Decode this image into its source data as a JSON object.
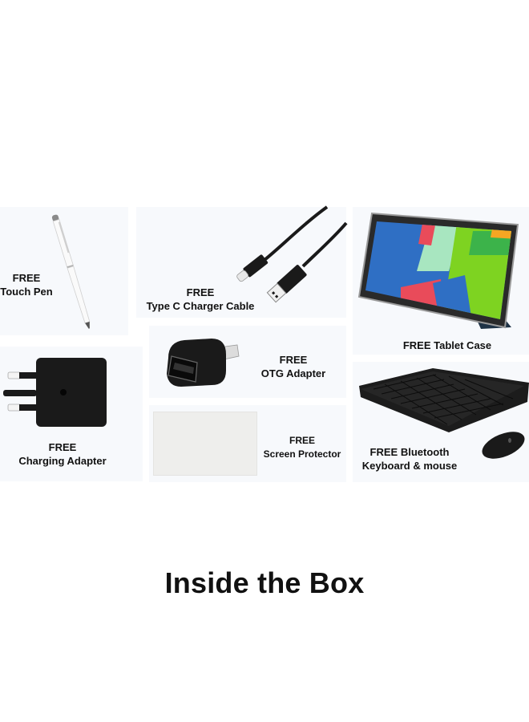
{
  "title": "Inside the Box",
  "items": [
    {
      "id": "touch-pen",
      "line1": "FREE",
      "line2": "Touch Pen"
    },
    {
      "id": "type-c-cable",
      "line1": "FREE",
      "line2": "Type C Charger Cable"
    },
    {
      "id": "tablet-case",
      "line1": "FREE Tablet Case"
    },
    {
      "id": "charging-adapter",
      "line1": "FREE",
      "line2": "Charging Adapter"
    },
    {
      "id": "otg-adapter",
      "line1": "FREE",
      "line2": "OTG Adapter"
    },
    {
      "id": "screen-protector",
      "line1": "FREE",
      "line2": "Screen Protector"
    },
    {
      "id": "keyboard-mouse",
      "line1": "FREE Bluetooth",
      "line2": "Keyboard & mouse"
    }
  ],
  "colors": {
    "panel_bg": "#f7f9fc",
    "text": "#111111",
    "product_black": "#1a1a1a",
    "tablet_screen_blue": "#2f6fc4",
    "tablet_green": "#7ed321",
    "tablet_red": "#e94b5a",
    "case_navy": "#1f3346"
  }
}
